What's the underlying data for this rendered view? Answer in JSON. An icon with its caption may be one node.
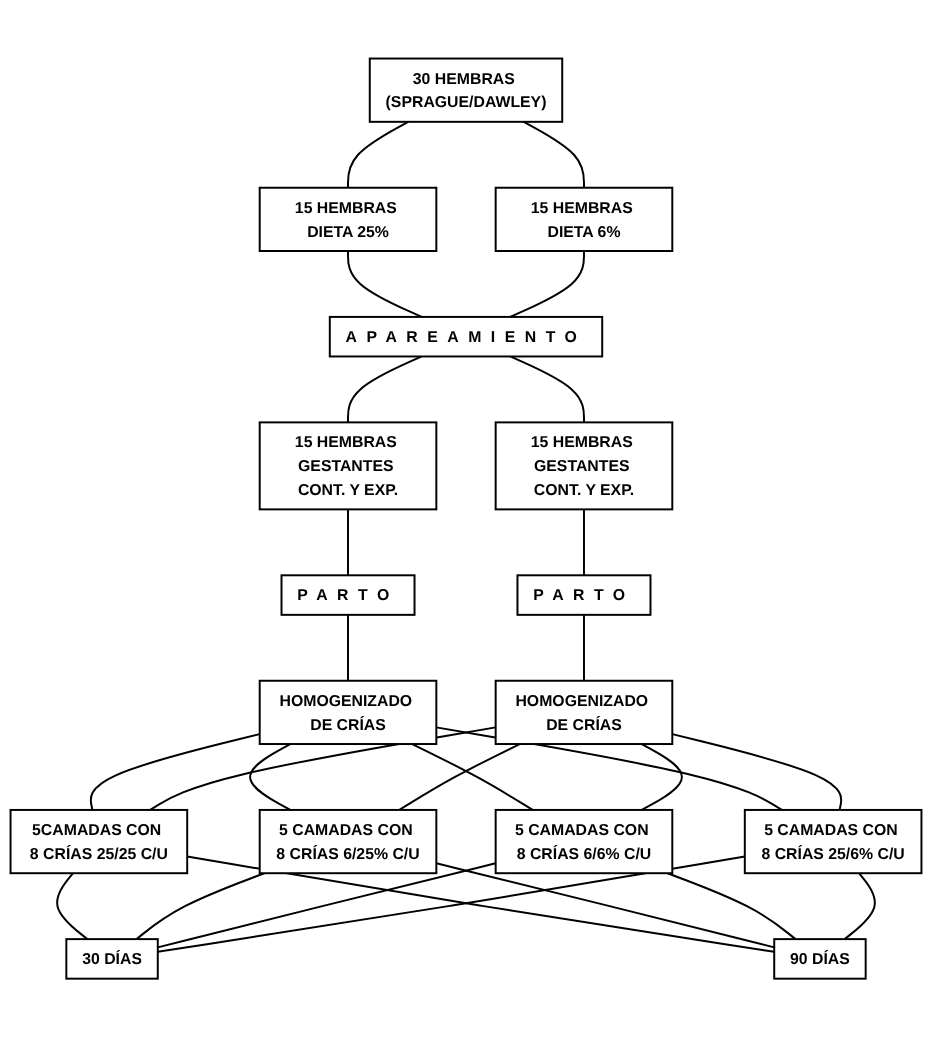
{
  "diagram": {
    "nodes": [
      {
        "text": [
          "30 HEMBRAS (SPRAGUE/DAWLEY)"
        ]
      },
      {
        "text": [
          "15 HEMBRAS DIETA 25%"
        ]
      },
      {
        "text": [
          "15 HEMBRAS DIETA 6%"
        ]
      },
      {
        "text": [
          "APAREAMIENTO"
        ]
      },
      {
        "text": [
          "15 HEMBRAS GESTANTES CONT. Y EXP."
        ]
      },
      {
        "text": [
          "15 HEMBRAS GESTANTES CONT. Y EXP."
        ]
      },
      {
        "text": [
          "PARTO"
        ]
      },
      {
        "text": [
          "PARTO"
        ]
      },
      {
        "text": [
          "HOMOGENIZADO DE CRÍAS"
        ]
      },
      {
        "text": [
          "HOMOGENIZADO DE CRÍAS"
        ]
      },
      {
        "text": [
          "5CAMADAS CON 8 CRÍAS 25/25 C/U"
        ]
      },
      {
        "text": [
          "5 CAMADAS CON 8 CRÍAS 6/25% C/U"
        ]
      },
      {
        "text": [
          "5 CAMADAS CON 8 CRÍAS 6/6% C/U"
        ]
      },
      {
        "text": [
          "5 CAMADAS CON 8 CRÍAS 25/6% C/U"
        ]
      },
      {
        "text": [
          "30 DÍAS"
        ]
      },
      {
        "text": [
          "90 DÍAS"
        ]
      }
    ],
    "edges": [
      {
        "from": 0,
        "to": 1,
        "arrow": "none"
      },
      {
        "from": 0,
        "to": 2,
        "arrow": "none"
      },
      {
        "from": 1,
        "to": 3,
        "arrow": "none"
      },
      {
        "from": 2,
        "to": 3,
        "arrow": "none"
      },
      {
        "from": 3,
        "to": 4,
        "arrow": "none"
      },
      {
        "from": 3,
        "to": 5,
        "arrow": "none"
      },
      {
        "from": 4,
        "to": 6,
        "arrow": "none"
      },
      {
        "from": 5,
        "to": 7,
        "arrow": "none"
      },
      {
        "from": 6,
        "to": 8,
        "arrow": "none"
      },
      {
        "from": 7,
        "to": 9,
        "arrow": "none"
      },
      {
        "from": 8,
        "to": 10,
        "arrow": "none"
      },
      {
        "from": 8,
        "to": 11,
        "arrow": "none"
      },
      {
        "from": 8,
        "to": 12,
        "arrow": "none"
      },
      {
        "from": 8,
        "to": 13,
        "arrow": "none"
      },
      {
        "from": 9,
        "to": 10,
        "arrow": "none"
      },
      {
        "from": 9,
        "to": 11,
        "arrow": "none"
      },
      {
        "from": 9,
        "to": 12,
        "arrow": "none"
      },
      {
        "from": 9,
        "to": 13,
        "arrow": "none"
      },
      {
        "from": 10,
        "to": 14,
        "arrow": "none"
      },
      {
        "from": 10,
        "to": 15,
        "arrow": "none"
      },
      {
        "from": 11,
        "to": 14,
        "arrow": "none"
      },
      {
        "from": 11,
        "to": 15,
        "arrow": "none"
      },
      {
        "from": 12,
        "to": 14,
        "arrow": "none"
      },
      {
        "from": 12,
        "to": 15,
        "arrow": "none"
      },
      {
        "from": 13,
        "to": 14,
        "arrow": "none"
      },
      {
        "from": 13,
        "to": 15,
        "arrow": "none"
      }
    ]
  }
}
